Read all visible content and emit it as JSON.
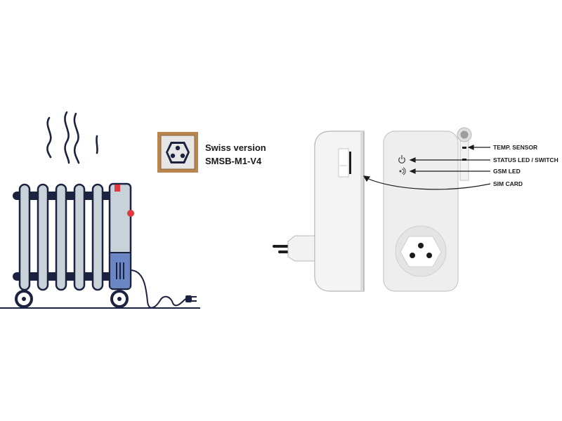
{
  "swiss_badge": {
    "title": "Swiss version",
    "model": "SMSB-M1-V4"
  },
  "callouts": {
    "temp_sensor": "TEMP. SENSOR",
    "status_led_switch": "STATUS LED / SWITCH",
    "gsm_led": "GSM LED",
    "sim_card": "SIM CARD"
  },
  "icons": [
    "heat-waves-icon",
    "radiator-icon",
    "plug-icon",
    "swiss-socket-icon",
    "power-icon",
    "signal-icon"
  ],
  "colors": {
    "outline": "#1c2340",
    "radiator_fin": "#c9d1d9",
    "radiator_blue": "#6a86c4",
    "accent_red": "#e2373f",
    "badge_bg": "#b9864f",
    "device_body": "#eeeeee",
    "device_edge": "#c8c8c8"
  }
}
